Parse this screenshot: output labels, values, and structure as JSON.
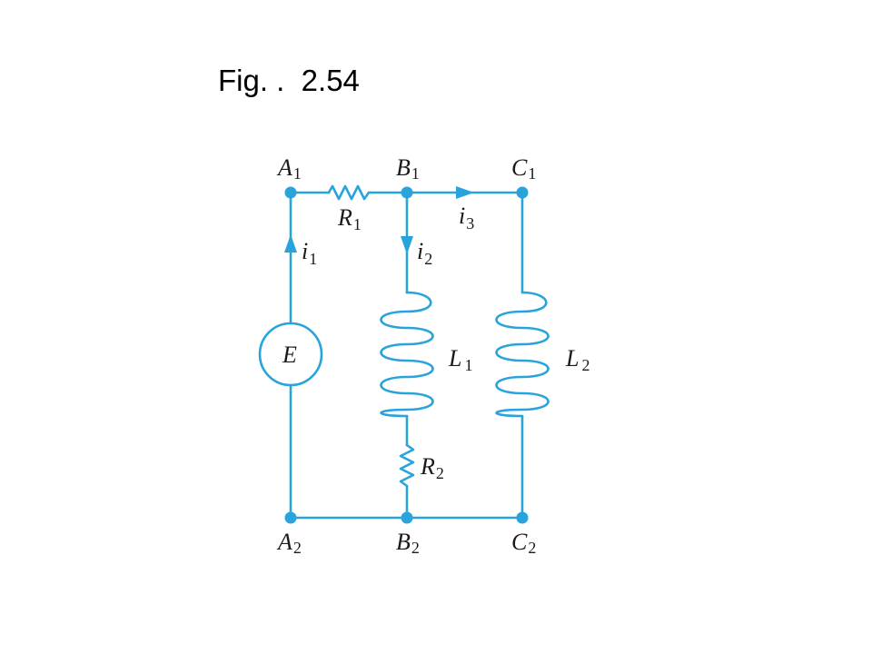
{
  "figure": {
    "caption": "Fig. .  2.54",
    "wire_color": "#29a3dc"
  },
  "nodes": [
    {
      "id": "A1",
      "letter": "A",
      "sub": "1"
    },
    {
      "id": "B1",
      "letter": "B",
      "sub": "1"
    },
    {
      "id": "C1",
      "letter": "C",
      "sub": "1"
    },
    {
      "id": "A2",
      "letter": "A",
      "sub": "2"
    },
    {
      "id": "B2",
      "letter": "B",
      "sub": "2"
    },
    {
      "id": "C2",
      "letter": "C",
      "sub": "2"
    }
  ],
  "components": {
    "source": {
      "symbol": "E"
    },
    "r1": {
      "letter": "R",
      "sub": "1"
    },
    "r2": {
      "letter": "R",
      "sub": "2"
    },
    "l1": {
      "letter": "L",
      "sub": "1"
    },
    "l2": {
      "letter": "L",
      "sub": "2"
    }
  },
  "currents": {
    "i1": {
      "letter": "i",
      "sub": "1"
    },
    "i2": {
      "letter": "i",
      "sub": "2"
    },
    "i3": {
      "letter": "i",
      "sub": "3"
    }
  }
}
